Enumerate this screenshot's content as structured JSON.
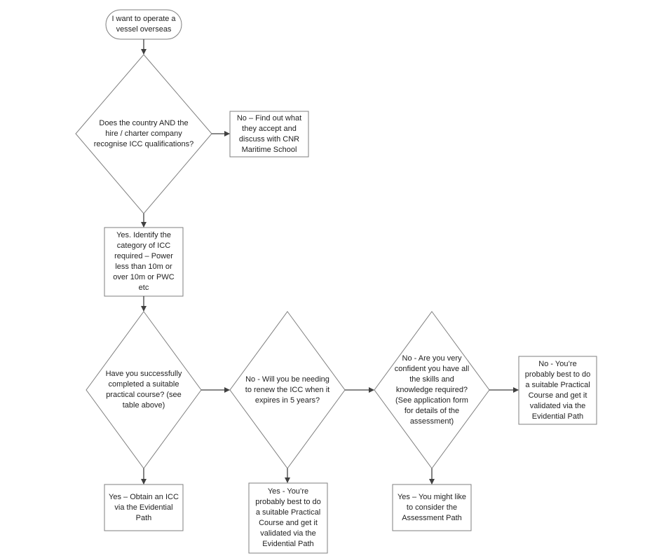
{
  "flowchart": {
    "start": {
      "text": "I want to operate a vessel overseas"
    },
    "q_recognise": {
      "text": "Does the country AND the hire / charter company recognise ICC qualifications?"
    },
    "no_recognise": {
      "text": "No – Find out what they accept and discuss with CNR Maritime School"
    },
    "yes_identify": {
      "text": "Yes. Identify the category of ICC required – Power less than 10m or over 10m or PWC etc"
    },
    "q_course": {
      "text": "Have you successfully completed a suitable practical course? (see table above)"
    },
    "yes_course": {
      "text": "Yes – Obtain an ICC via the Evidential Path"
    },
    "q_renew": {
      "text": "No - Will you be needing to renew the ICC when it expires in 5 years?"
    },
    "yes_renew": {
      "text": "Yes - You’re probably best to do a suitable Practical Course and get it validated via the Evidential Path"
    },
    "q_confident": {
      "text": "No - Are you very confident you have all the skills and knowledge required? (See application form for details of the assessment)"
    },
    "yes_confident": {
      "text": "Yes – You might like to consider the Assessment Path"
    },
    "no_confident": {
      "text": "No - You’re probably best to do a suitable Practical Course and get it validated via the Evidential Path"
    }
  },
  "colors": {
    "stroke": "#7f7f7f",
    "arrow": "#404040",
    "fill": "#ffffff",
    "text": "#222222"
  }
}
